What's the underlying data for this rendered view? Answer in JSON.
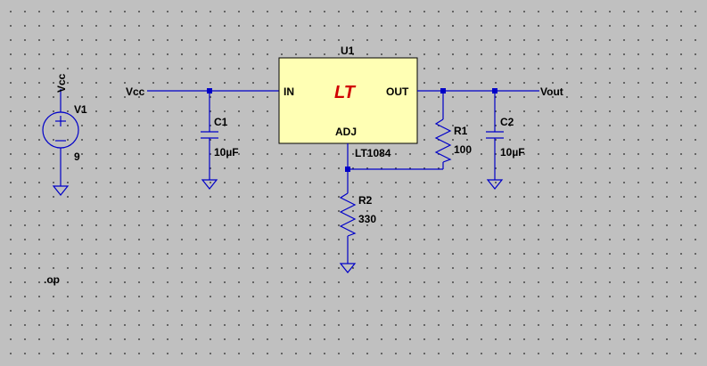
{
  "schematic": {
    "colors": {
      "wire": "#0000c8",
      "ic_fill": "#ffffb4",
      "logo": "#d00000",
      "background": "#c0c0c0"
    },
    "source": {
      "name": "V1",
      "value": "9",
      "net": "Vcc"
    },
    "regulator": {
      "ref": "U1",
      "part": "LT1084",
      "pins": {
        "in": "IN",
        "out": "OUT",
        "adj": "ADJ"
      },
      "logo": "LT"
    },
    "c1": {
      "name": "C1",
      "value": "10µF"
    },
    "c2": {
      "name": "C2",
      "value": "10µF"
    },
    "r1": {
      "name": "R1",
      "value": "100"
    },
    "r2": {
      "name": "R2",
      "value": "330"
    },
    "nets": {
      "input": "Vcc",
      "output": "Vout"
    },
    "directive": ".op"
  }
}
